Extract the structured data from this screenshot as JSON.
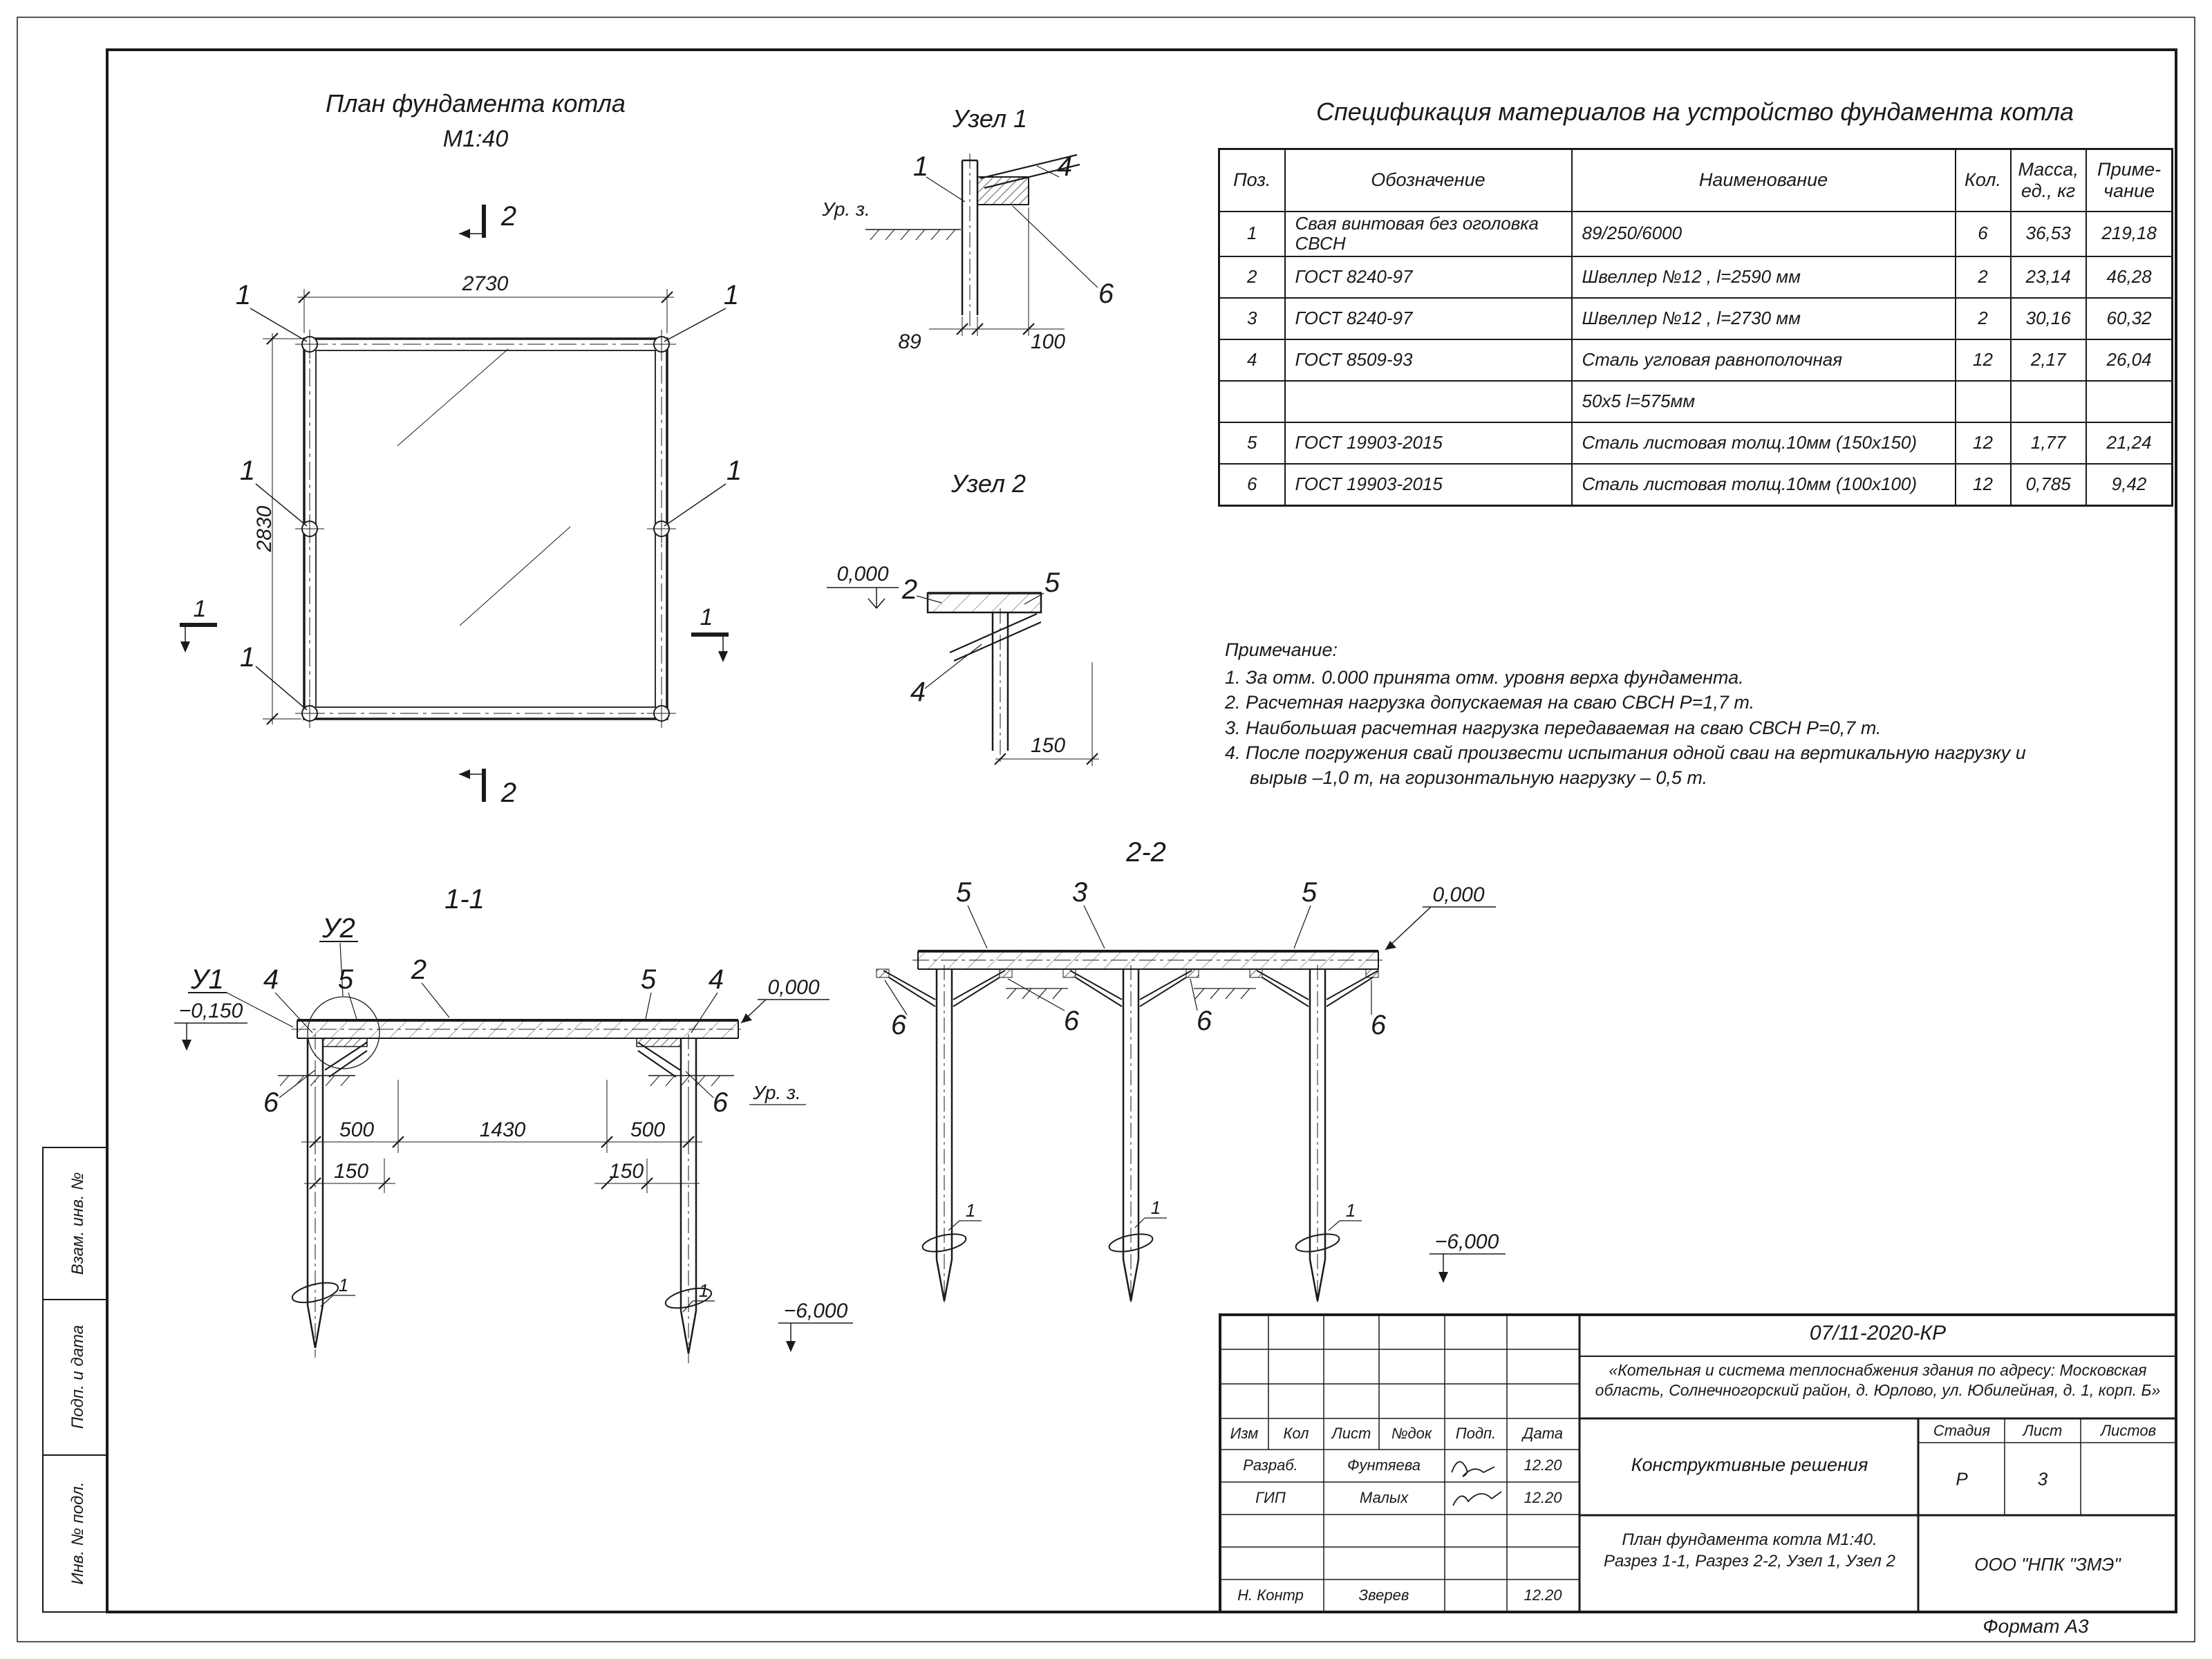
{
  "plan": {
    "title": "План фундамента котла",
    "scale": "М1:40"
  },
  "sections": {
    "node1": "Узел 1",
    "node2": "Узел 2",
    "s11": "1-1",
    "s22": "2-2"
  },
  "marks": {
    "n1": "1",
    "n2": "2",
    "n3": "3",
    "n4": "4",
    "n5": "5",
    "n6": "6",
    "u1": "У1",
    "u2": "У2"
  },
  "levels": {
    "zero": "0,000",
    "minus150": "−0,150",
    "minus6000": "−6,000",
    "ground": "Ур. з."
  },
  "dims": {
    "d2730": "2730",
    "d2830": "2830",
    "d89": "89",
    "d100": "100",
    "d150": "150",
    "d500": "500",
    "d1430": "1430"
  },
  "spec": {
    "title": "Спецификация материалов на устройство фундамента котла",
    "headers": {
      "pos": "Поз.",
      "designation": "Обозначение",
      "name": "Наименование",
      "qty": "Кол.",
      "mass": "Масса,\nед., кг",
      "note": "Приме-\nчание"
    },
    "rows": [
      {
        "pos": "1",
        "designation": "Свая винтовая без оголовка СВСН",
        "name": "89/250/6000",
        "qty": "6",
        "mass": "36,53",
        "note": "219,18"
      },
      {
        "pos": "2",
        "designation": "ГОСТ 8240-97",
        "name": "Швеллер №12 , l=2590 мм",
        "qty": "2",
        "mass": "23,14",
        "note": "46,28"
      },
      {
        "pos": "3",
        "designation": "ГОСТ 8240-97",
        "name": "Швеллер №12 , l=2730 мм",
        "qty": "2",
        "mass": "30,16",
        "note": "60,32"
      },
      {
        "pos": "4",
        "designation": "ГОСТ 8509-93",
        "name": "Сталь угловая равнополочная",
        "qty": "12",
        "mass": "2,17",
        "note": "26,04"
      },
      {
        "pos": "",
        "designation": "",
        "name": "50х5 l=575мм",
        "qty": "",
        "mass": "",
        "note": ""
      },
      {
        "pos": "5",
        "designation": "ГОСТ 19903-2015",
        "name": "Сталь листовая толщ.10мм (150х150)",
        "qty": "12",
        "mass": "1,77",
        "note": "21,24"
      },
      {
        "pos": "6",
        "designation": "ГОСТ 19903-2015",
        "name": "Сталь листовая толщ.10мм (100х100)",
        "qty": "12",
        "mass": "0,785",
        "note": "9,42"
      }
    ]
  },
  "notes": {
    "heading": "Примечание:",
    "items": [
      "1. За отм. 0.000 принята отм. уровня верха фундамента.",
      "2. Расчетная нагрузка допускаемая на сваю СВСН  Р=1,7 т.",
      "3. Наибольшая расчетная нагрузка передаваемая на сваю СВСН   Р=0,7 т.",
      "4. После погружения свай произвести испытания одной сваи на вертикальную нагрузку и вырыв –1,0 т, на горизонтальную нагрузку – 0,5 т."
    ]
  },
  "titleblock": {
    "doc_number": "07/11-2020-КР",
    "project": "«Котельная и система теплоснабжения здания по адресу: Московская область, Солнечногорский район, д. Юрлово, ул. Юбилейная, д. 1, корп. Б»",
    "cols": {
      "izm": "Изм",
      "kol": "Кол",
      "list": "Лист",
      "ndok": "№док",
      "podp": "Подп.",
      "data": "Дата"
    },
    "rows": [
      {
        "role": "Разраб.",
        "name": "Фунтяева",
        "date": "12.20"
      },
      {
        "role": "ГИП",
        "name": "Малых",
        "date": "12.20"
      },
      {
        "role": "Н. Контр",
        "name": "Зверев",
        "date": "12.20"
      }
    ],
    "section_name": "Конструктивные решения",
    "stage_label": "Стадия",
    "sheet_label": "Лист",
    "sheets_label": "Листов",
    "stage_value": "Р",
    "sheet_value": "3",
    "content_name": "План фундамента котла М1:40.\nРазрез 1-1, Разрез 2-2, Узел 1, Узел 2",
    "company": "ООО \"НПК \"ЗМЭ\"",
    "format_label": "Формат А3"
  },
  "side": {
    "vzam": "Взам. инв. №",
    "podp": "Подп. и дата",
    "inv": "Инв. № подл."
  }
}
